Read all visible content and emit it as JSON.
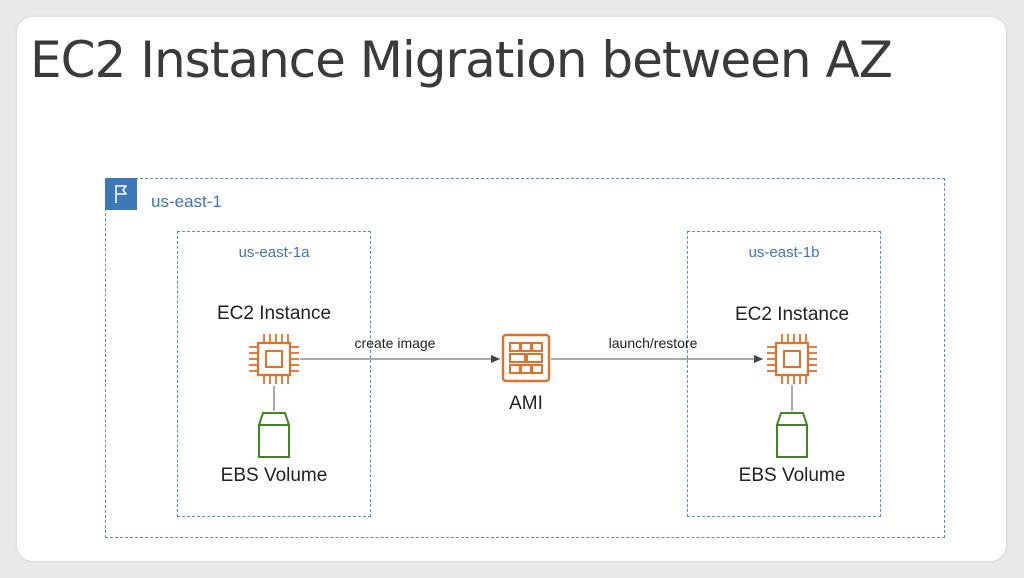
{
  "title": "EC2 Instance Migration between AZ",
  "region": {
    "label": "us-east-1"
  },
  "zones": [
    {
      "label": "us-east-1a",
      "instance_label": "EC2 Instance",
      "volume_label": "EBS Volume"
    },
    {
      "label": "us-east-1b",
      "instance_label": "EC2 Instance",
      "volume_label": "EBS Volume"
    }
  ],
  "ami": {
    "label": "AMI"
  },
  "edges": {
    "create": "create image",
    "launch": "launch/restore"
  },
  "colors": {
    "ec2": "#e0712b",
    "ebs": "#3f8624",
    "region": "#3d78b8",
    "border": "#5a8fc9"
  },
  "icons": {
    "region": "flag-icon",
    "instance": "ec2-chip-icon",
    "volume": "ebs-volume-icon",
    "ami": "ami-icon"
  }
}
